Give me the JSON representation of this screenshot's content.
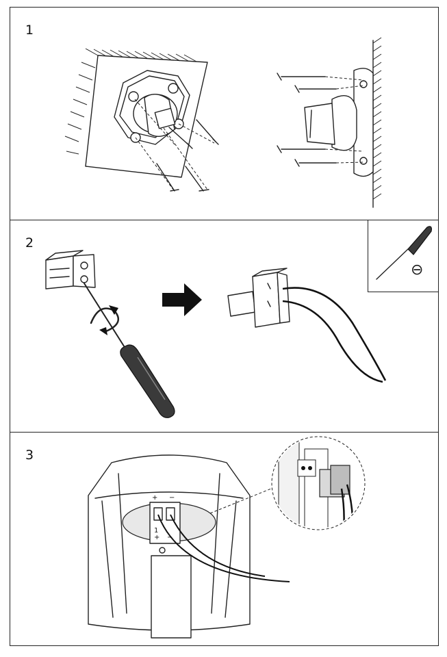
{
  "steps": [
    {
      "number": "1"
    },
    {
      "number": "2"
    },
    {
      "number": "3"
    }
  ],
  "terminal": {
    "pin_label": "1",
    "plus_label": "+",
    "minus_label": "−",
    "top_plus": "+",
    "top_minus": "−"
  },
  "icons": {
    "flathead": "⊖"
  }
}
